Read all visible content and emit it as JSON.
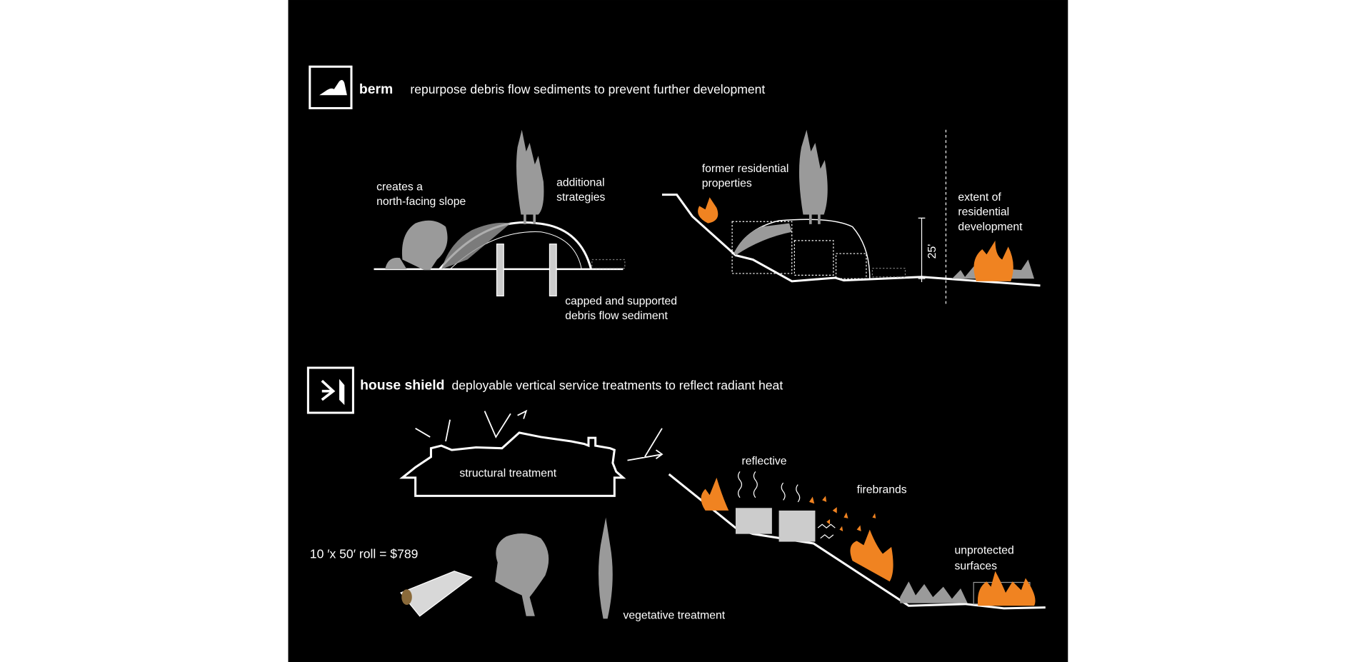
{
  "colors": {
    "background": "#000000",
    "line": "#ffffff",
    "vegetation": "#9a9a9a",
    "fire": "#f08321"
  },
  "berm": {
    "icon": "mountain-icon",
    "title": "berm",
    "description": "repurpose debris flow sediments to prevent further development",
    "labels": {
      "slope_1": "creates a",
      "slope_2": "north-facing slope",
      "strategies_1": "additional",
      "strategies_2": "strategies",
      "sediment_1": "capped and supported",
      "sediment_2": "debris flow sediment",
      "former_1": "former residential",
      "former_2": "properties",
      "dimension": "25'",
      "extent_1": "extent of",
      "extent_2": "residential",
      "extent_3": "development"
    }
  },
  "house_shield": {
    "icon": "shield-reflect-icon",
    "title": "house shield",
    "description": "deployable vertical service treatments to reflect radiant heat",
    "labels": {
      "structural": "structural treatment",
      "roll_price": "10 ′x 50′ roll = $789",
      "vegetative": "vegetative treatment",
      "reflective": "reflective",
      "firebrands": "firebrands",
      "unprotected_1": "unprotected",
      "unprotected_2": "surfaces"
    }
  }
}
